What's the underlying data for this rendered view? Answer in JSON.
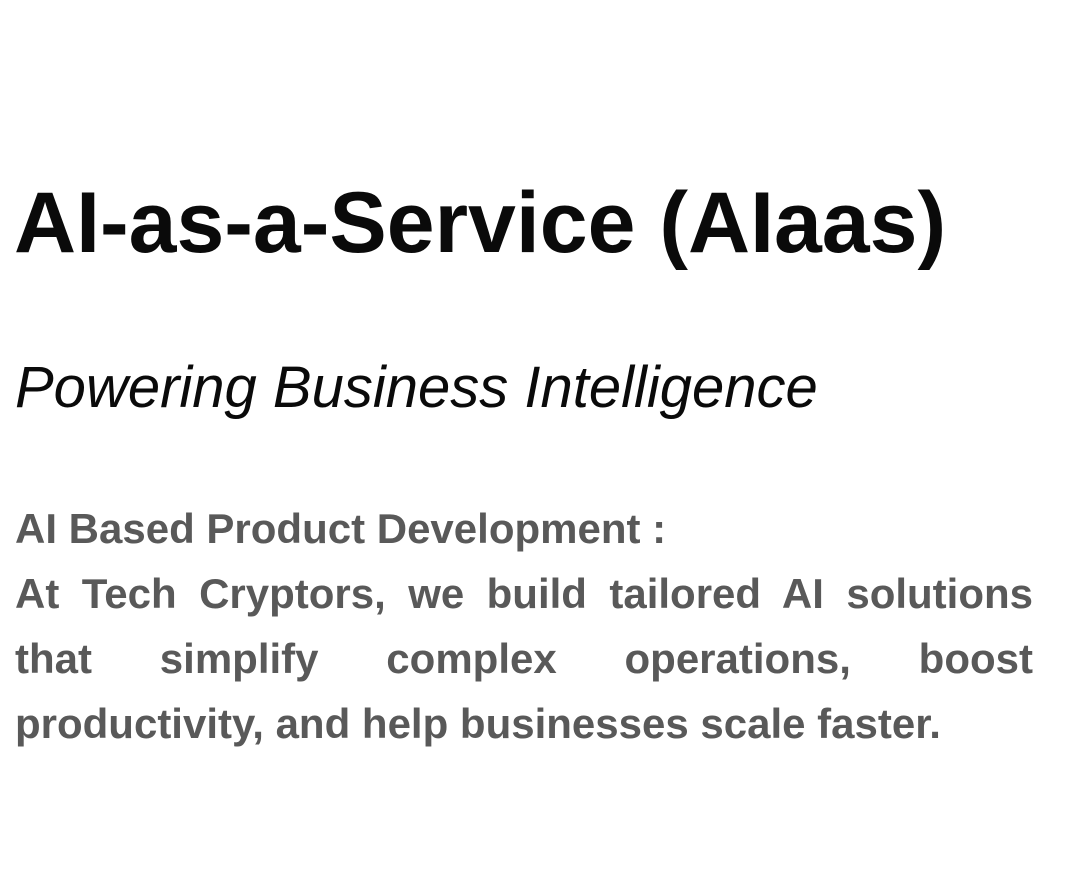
{
  "main": {
    "title": "AI-as-a-Service (AIaas)",
    "subtitle": "Powering Business Intelligence",
    "section": {
      "heading": "AI Based Product Development :",
      "body": "At Tech Cryptors, we build tailored AI solutions that simplify complex operations, boost productivity, and help businesses scale faster."
    }
  },
  "colors": {
    "title": "#0a0a0a",
    "body_text": "#595959",
    "background": "#ffffff"
  }
}
